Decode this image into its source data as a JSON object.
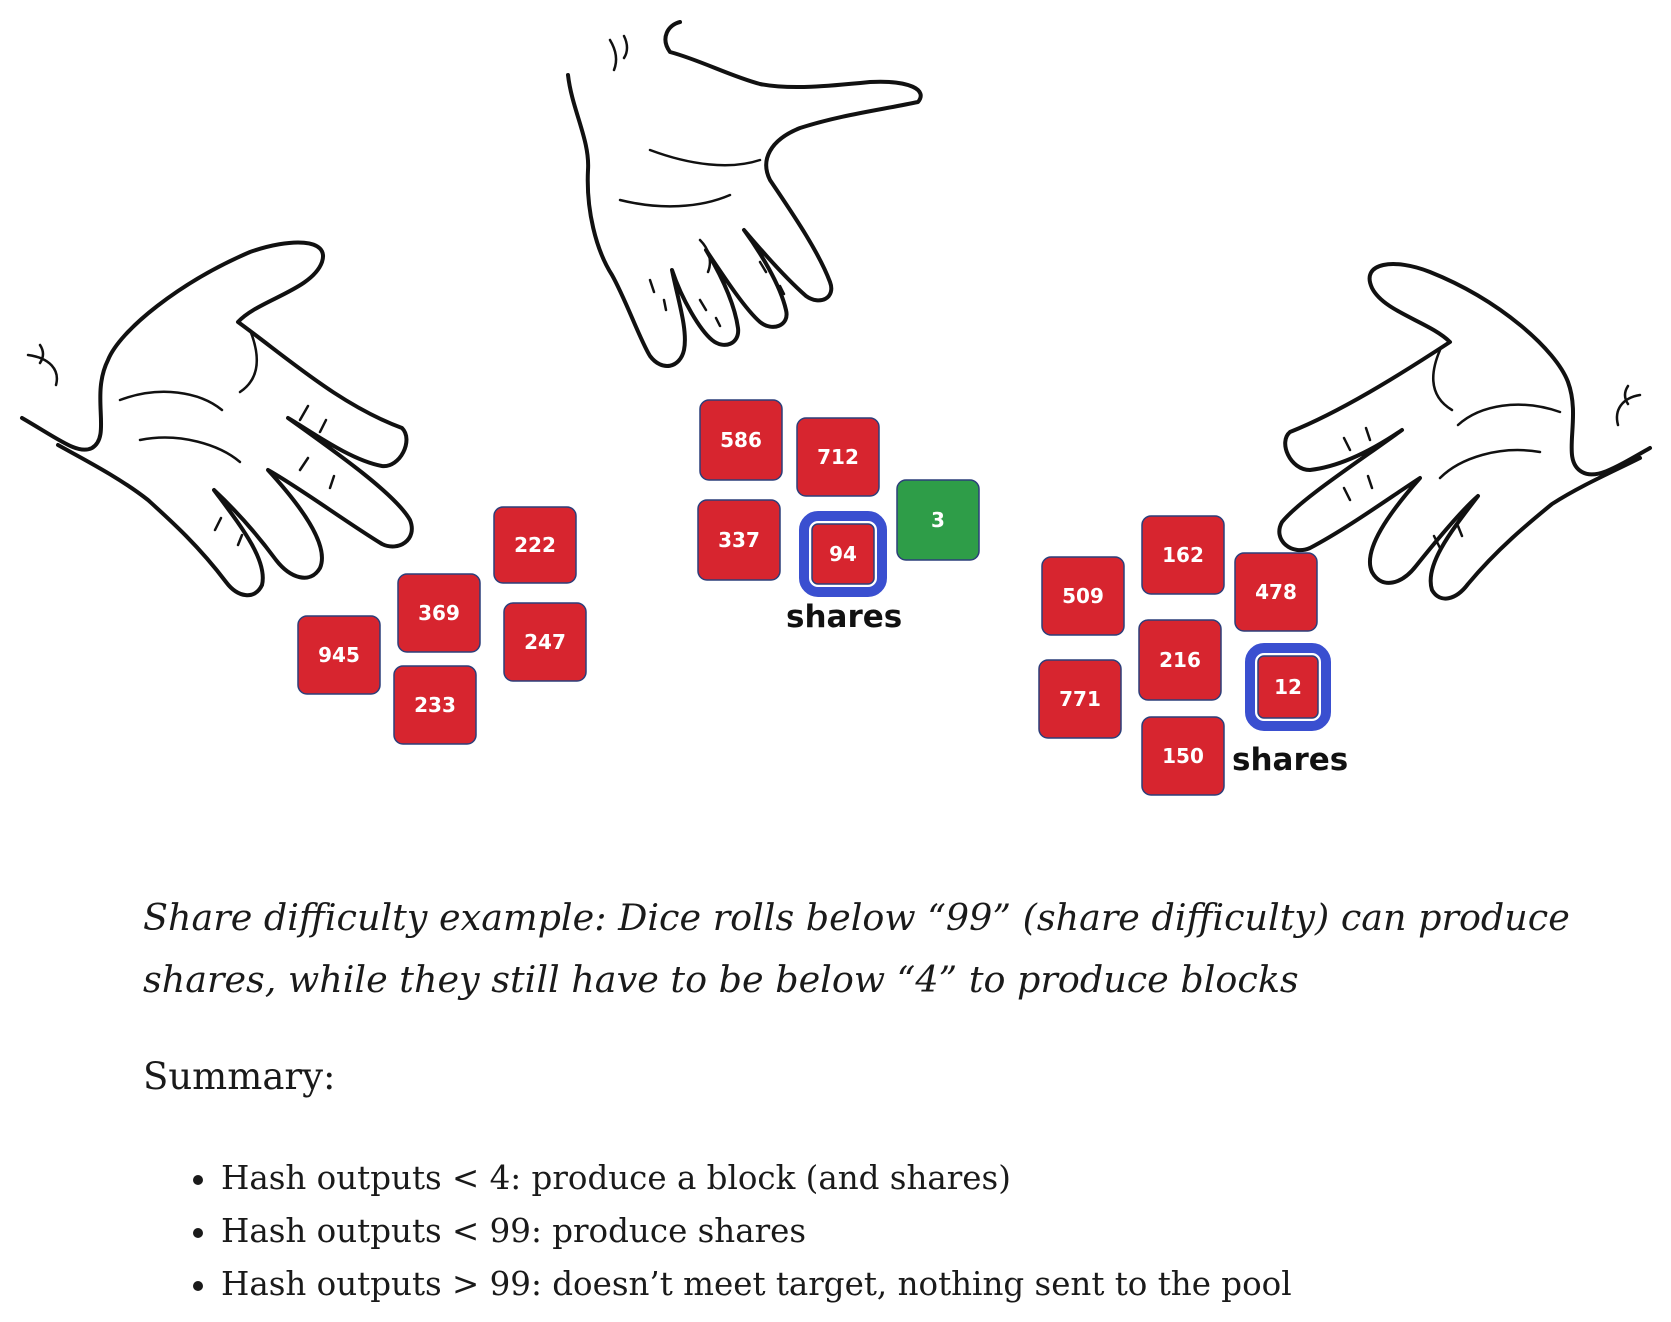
{
  "colors": {
    "die_red": "#d7252f",
    "die_green": "#2e9d48",
    "share_outline": "#3a4fd0",
    "text": "#1a1a1a"
  },
  "illustration": {
    "left_hand": {
      "icon": "open-hand-icon",
      "dice": [
        {
          "value": "222",
          "status": "miss"
        },
        {
          "value": "369",
          "status": "miss"
        },
        {
          "value": "247",
          "status": "miss"
        },
        {
          "value": "945",
          "status": "miss"
        },
        {
          "value": "233",
          "status": "miss"
        }
      ]
    },
    "middle_hand": {
      "icon": "open-hand-icon",
      "dice": [
        {
          "value": "586",
          "status": "miss"
        },
        {
          "value": "712",
          "status": "miss"
        },
        {
          "value": "337",
          "status": "miss"
        },
        {
          "value": "94",
          "status": "share"
        },
        {
          "value": "3",
          "status": "block"
        }
      ],
      "share_label": "shares"
    },
    "right_hand": {
      "icon": "open-hand-icon",
      "dice": [
        {
          "value": "162",
          "status": "miss"
        },
        {
          "value": "478",
          "status": "miss"
        },
        {
          "value": "509",
          "status": "miss"
        },
        {
          "value": "216",
          "status": "miss"
        },
        {
          "value": "771",
          "status": "miss"
        },
        {
          "value": "12",
          "status": "share"
        },
        {
          "value": "150",
          "status": "miss"
        }
      ],
      "share_label": "shares"
    }
  },
  "caption": "Share difficulty example: Dice rolls below “99” (share difficulty) can produce shares, while they still have to be below “4” to produce blocks",
  "summary": {
    "heading": "Summary:",
    "items": [
      "Hash outputs < 4: produce a block (and shares)",
      "Hash outputs < 99: produce shares",
      "Hash outputs > 99: doesn’t meet target, nothing sent to the pool"
    ]
  }
}
